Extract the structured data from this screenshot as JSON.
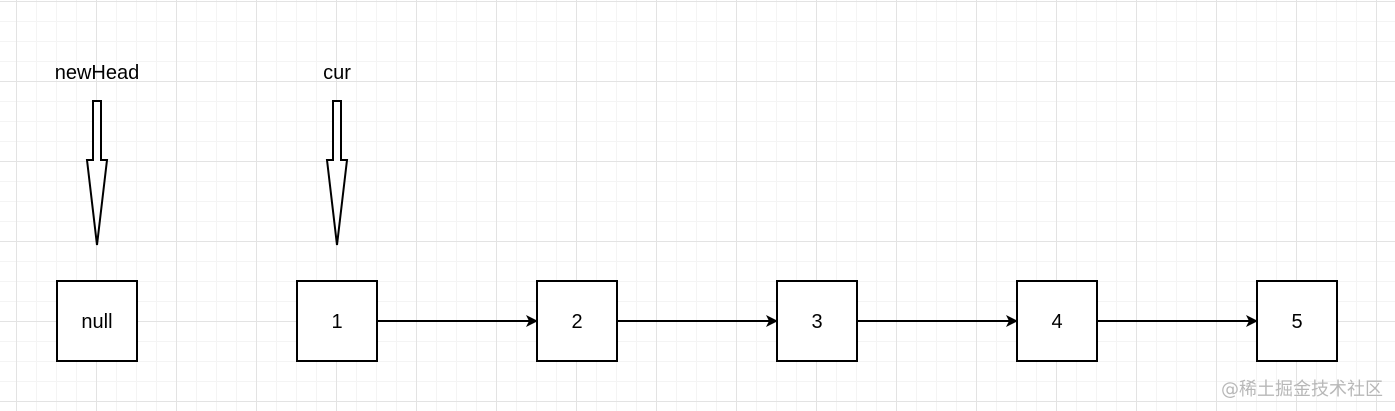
{
  "pointers": [
    {
      "label": "newHead",
      "target_node": 0
    },
    {
      "label": "cur",
      "target_node": 1
    }
  ],
  "nodes": [
    {
      "label": "null"
    },
    {
      "label": "1"
    },
    {
      "label": "2"
    },
    {
      "label": "3"
    },
    {
      "label": "4"
    },
    {
      "label": "5"
    }
  ],
  "links": [
    {
      "from": 1,
      "to": 2
    },
    {
      "from": 2,
      "to": 3
    },
    {
      "from": 3,
      "to": 4
    },
    {
      "from": 4,
      "to": 5
    }
  ],
  "watermark": "@稀土掘金技术社区",
  "colors": {
    "stroke": "#000000",
    "node_fill": "#ffffff",
    "grid_major": "#e3e3e3",
    "grid_minor": "#f4f4f4",
    "watermark": "#b8b8b8"
  }
}
